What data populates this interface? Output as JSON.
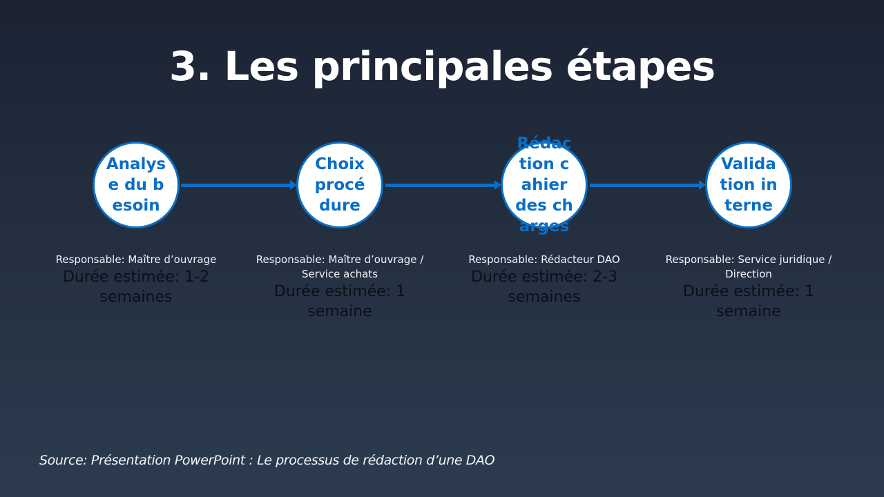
{
  "title": "3. Les principales étapes",
  "steps": [
    {
      "label": "Analyse du besoin",
      "responsable": "Responsable: Maître d’ouvrage",
      "duree": "Durée estimée: 1-2 semaines"
    },
    {
      "label": "Choix procédure",
      "responsable": "Responsable: Maître d’ouvrage / Service achats",
      "duree": "Durée estimée: 1 semaine"
    },
    {
      "label": "Rédaction cahier des charges",
      "responsable": "Responsable: Rédacteur DAO",
      "duree": "Durée estimée: 2-3 semaines"
    },
    {
      "label": "Validation interne",
      "responsable": "Responsable: Service juridique / Direction",
      "duree": "Durée estimée: 1 semaine"
    }
  ],
  "source": "Source: Présentation PowerPoint : Le processus de rédaction d’une DAO",
  "colors": {
    "accent": "#0a6fc6",
    "background_top": "#1b2333",
    "background_bottom": "#2c3b4f"
  }
}
